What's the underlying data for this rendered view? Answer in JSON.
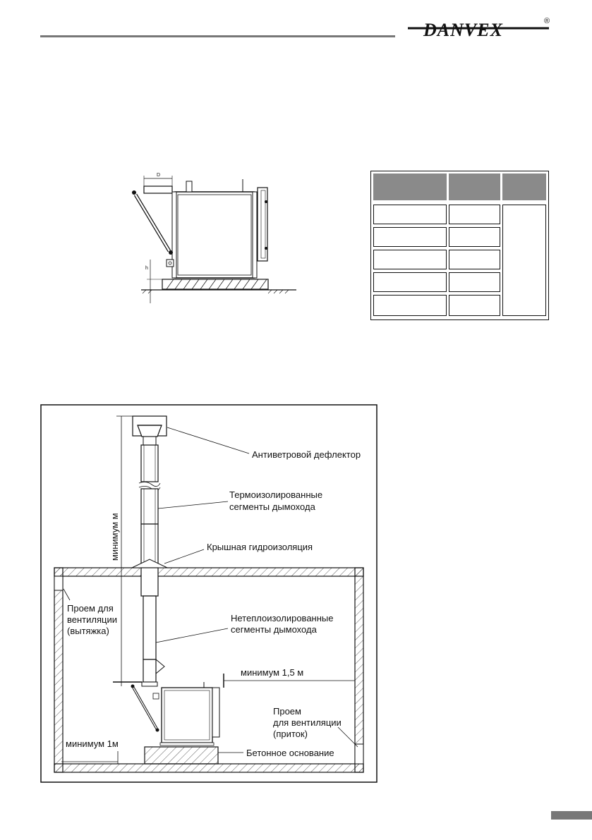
{
  "header": {
    "brand": "DANVEX",
    "registered": "®"
  },
  "boiler_drawing": {
    "dim_d": "D",
    "dim_h": "h"
  },
  "install_diagram": {
    "labels": {
      "deflector": "Антиветровой дефлектор",
      "insulated_line1": "Термоизолированные",
      "insulated_line2": "сегменты дымохода",
      "roof_seal": "Крышная гидроизоляция",
      "vent_exhaust_line1": "Проем для",
      "vent_exhaust_line2": "вентиляции",
      "vent_exhaust_line3": "(вытяжка)",
      "non_insulated_line1": "Нетеплоизолированные",
      "non_insulated_line2": "сегменты дымохода",
      "min_side": "минимум 1,5 м",
      "vent_intake_line1": "Проем",
      "vent_intake_line2": "для вентиляции",
      "vent_intake_line3": "(приток)",
      "min_front": "минимум 1м",
      "concrete_base": "Бетонное основание",
      "min_height": "минимум    м"
    }
  },
  "colors": {
    "table_header": "#8a8a8a",
    "footer_bar": "#777777",
    "line": "#111111"
  }
}
